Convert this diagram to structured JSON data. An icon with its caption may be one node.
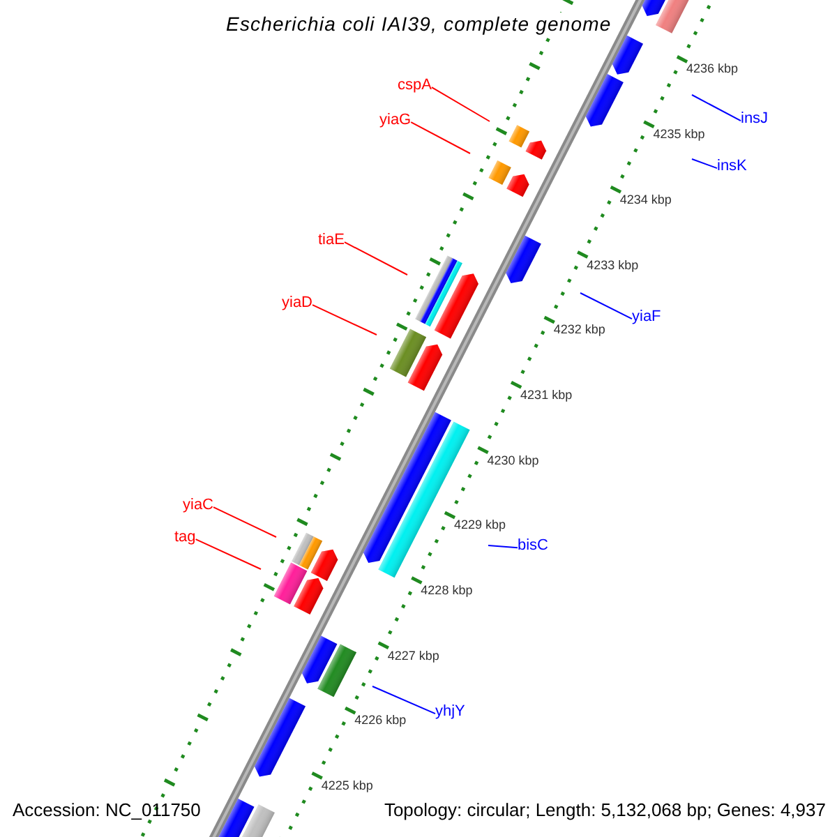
{
  "diagram": {
    "title": "Escherichia coli IAI39, complete genome",
    "nodes": [
      {
        "text": [
          "cspA"
        ]
      },
      {
        "text": [
          "yiaG"
        ]
      },
      {
        "text": [
          "insJ"
        ]
      },
      {
        "text": [
          "insK"
        ]
      },
      {
        "text": [
          "tiaE"
        ]
      },
      {
        "text": [
          "yiaF"
        ]
      },
      {
        "text": [
          "yiaD"
        ]
      },
      {
        "text": [
          "yiaC"
        ]
      },
      {
        "text": [
          "bisC"
        ]
      },
      {
        "text": [
          "tag"
        ]
      },
      {
        "text": [
          "yhjY"
        ]
      }
    ],
    "edges": [
      {
        "from": 0,
        "to": null,
        "arrow": "none",
        "color": "#ff0000"
      },
      {
        "from": 1,
        "to": null,
        "arrow": "none",
        "color": "#ff0000"
      },
      {
        "from": 2,
        "to": null,
        "arrow": "none",
        "color": "#0000ff"
      },
      {
        "from": 3,
        "to": null,
        "arrow": "none",
        "color": "#0000ff"
      },
      {
        "from": 4,
        "to": null,
        "arrow": "none",
        "color": "#ff0000"
      },
      {
        "from": 5,
        "to": null,
        "arrow": "none",
        "color": "#0000ff"
      },
      {
        "from": 6,
        "to": null,
        "arrow": "none",
        "color": "#ff0000"
      },
      {
        "from": 7,
        "to": null,
        "arrow": "none",
        "color": "#ff0000"
      },
      {
        "from": 8,
        "to": null,
        "arrow": "none",
        "color": "#0000ff"
      },
      {
        "from": 9,
        "to": null,
        "arrow": "none",
        "color": "#ff0000"
      },
      {
        "from": 10,
        "to": null,
        "arrow": "none",
        "color": "#0000ff"
      }
    ],
    "labels": [
      "4236 kbp",
      "4235 kbp",
      "4234 kbp",
      "4233 kbp",
      "4232 kbp",
      "4231 kbp",
      "4230 kbp",
      "4229 kbp",
      "4228 kbp",
      "4227 kbp",
      "4226 kbp",
      "4225 kbp",
      "Accession: NC_011750",
      "Topology: circular; Length: 5,132,068 bp; Genes: 4,937"
    ]
  }
}
